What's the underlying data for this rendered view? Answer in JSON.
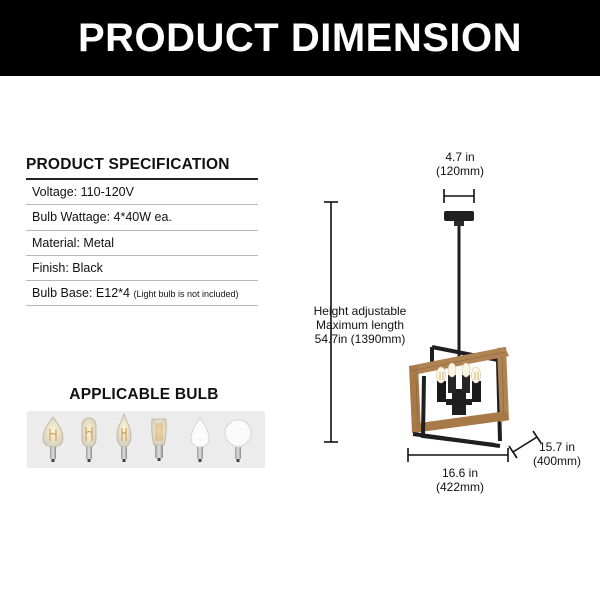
{
  "header": {
    "title": "PRODUCT DIMENSION"
  },
  "spec": {
    "title": "PRODUCT SPECIFICATION",
    "rows": [
      {
        "label": "Voltage: 110-120V"
      },
      {
        "label": "Bulb Wattage: 4*40W ea."
      },
      {
        "label": "Material: Metal"
      },
      {
        "label": "Finish: Black"
      },
      {
        "label": "Bulb Base: E12*4 ",
        "note": "(Light bulb is not included)"
      }
    ]
  },
  "bulbs": {
    "title": "APPLICABLE BULB",
    "icons": [
      "candle-bulb-icon",
      "tubular-bulb-icon",
      "flame-tip-bulb-icon",
      "edison-bulb-icon",
      "frosted-candle-bulb-icon",
      "globe-bulb-icon"
    ]
  },
  "dimensions": {
    "canopy": {
      "line1": "4.7 in",
      "line2": "(120mm)"
    },
    "height": {
      "line1": "Height adjustable",
      "line2": "Maximum length",
      "line3": "54.7in (1390mm)"
    },
    "width": {
      "line1": "16.6 in",
      "line2": "(422mm)"
    },
    "depth": {
      "line1": "15.7 in",
      "line2": "(400mm)"
    }
  },
  "colors": {
    "header_bg": "#000000",
    "header_text": "#ffffff",
    "wood": "#b08352",
    "metal": "#1f1f1f",
    "panel_bg": "#ececec"
  }
}
